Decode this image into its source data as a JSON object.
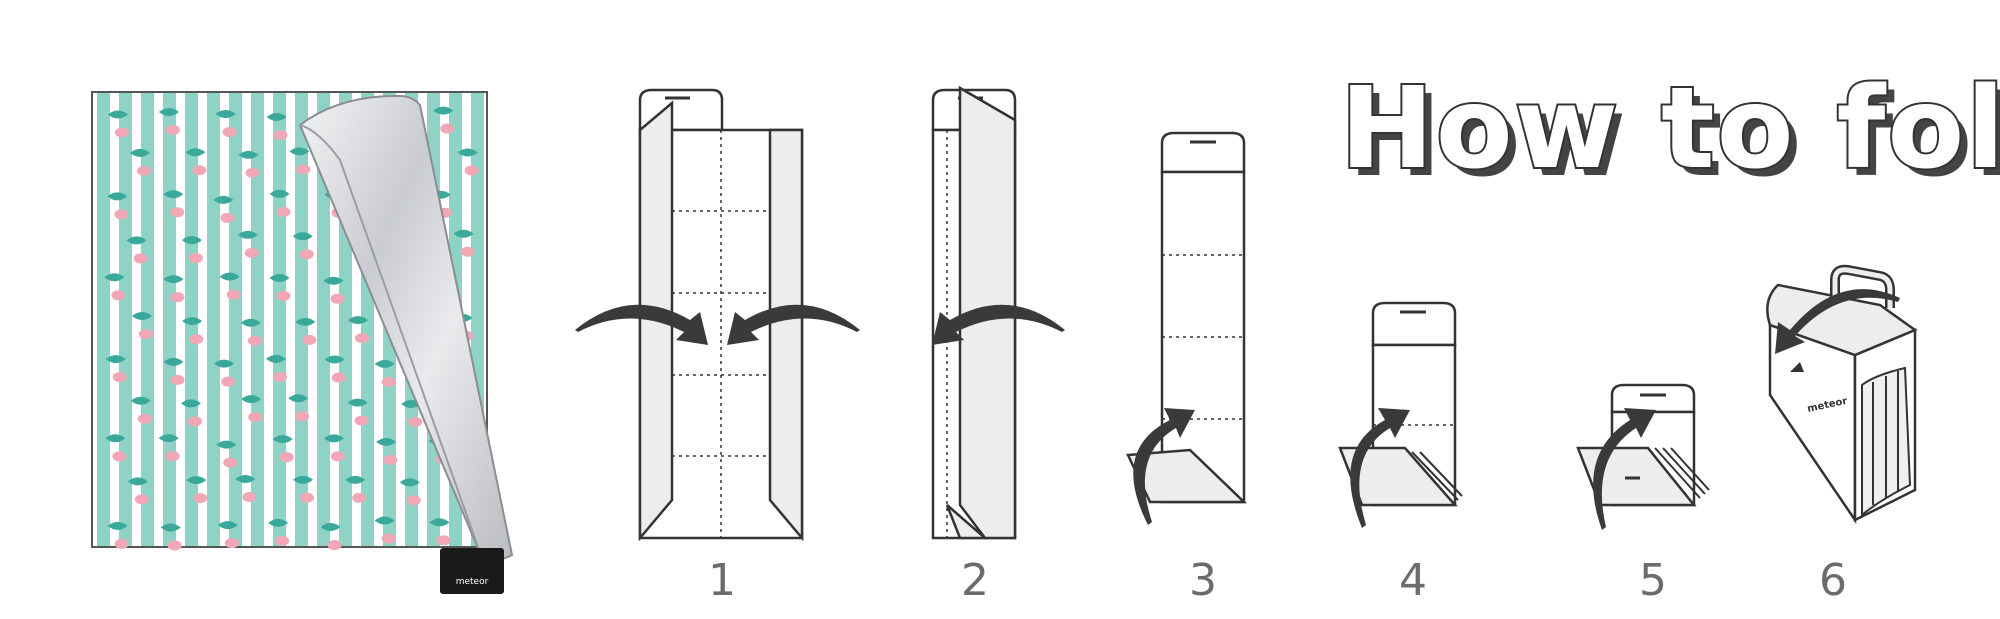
{
  "title": "How to fold",
  "steps": [
    {
      "label": "1"
    },
    {
      "label": "2"
    },
    {
      "label": "3"
    },
    {
      "label": "4"
    },
    {
      "label": "5"
    },
    {
      "label": "6"
    }
  ],
  "brand": "meteor",
  "colors": {
    "mint": "#8fd3c7",
    "stripe": "#ffffff",
    "flamingo": "#f2a7b7",
    "leaf": "#3aa89a",
    "silver": "#d4d6d9",
    "outline": "#333333",
    "panel": "#ededed",
    "label": "#6b6b6b"
  }
}
